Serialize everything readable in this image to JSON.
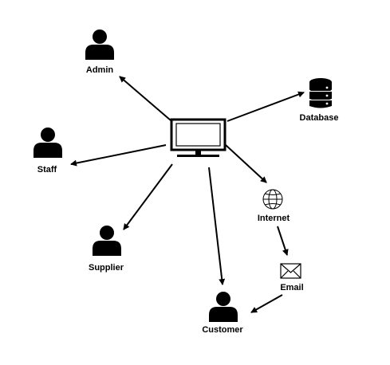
{
  "diagram": {
    "line_color": "#000000",
    "background": "#ffffff",
    "nodes": {
      "admin": {
        "label": "Admin",
        "icon": "person-icon"
      },
      "staff": {
        "label": "Staff",
        "icon": "person-icon"
      },
      "supplier": {
        "label": "Supplier",
        "icon": "person-icon"
      },
      "customer": {
        "label": "Customer",
        "icon": "person-icon"
      },
      "database": {
        "label": "Database",
        "icon": "database-icon"
      },
      "internet": {
        "label": "Internet",
        "icon": "globe-icon"
      },
      "email": {
        "label": "Email",
        "icon": "envelope-icon"
      },
      "computer": {
        "label": "",
        "icon": "monitor-icon"
      }
    },
    "edges": [
      {
        "from": "computer",
        "to": "admin"
      },
      {
        "from": "computer",
        "to": "database"
      },
      {
        "from": "computer",
        "to": "staff"
      },
      {
        "from": "computer",
        "to": "supplier"
      },
      {
        "from": "computer",
        "to": "customer"
      },
      {
        "from": "computer",
        "to": "internet"
      },
      {
        "from": "internet",
        "to": "email"
      },
      {
        "from": "email",
        "to": "customer"
      }
    ]
  }
}
